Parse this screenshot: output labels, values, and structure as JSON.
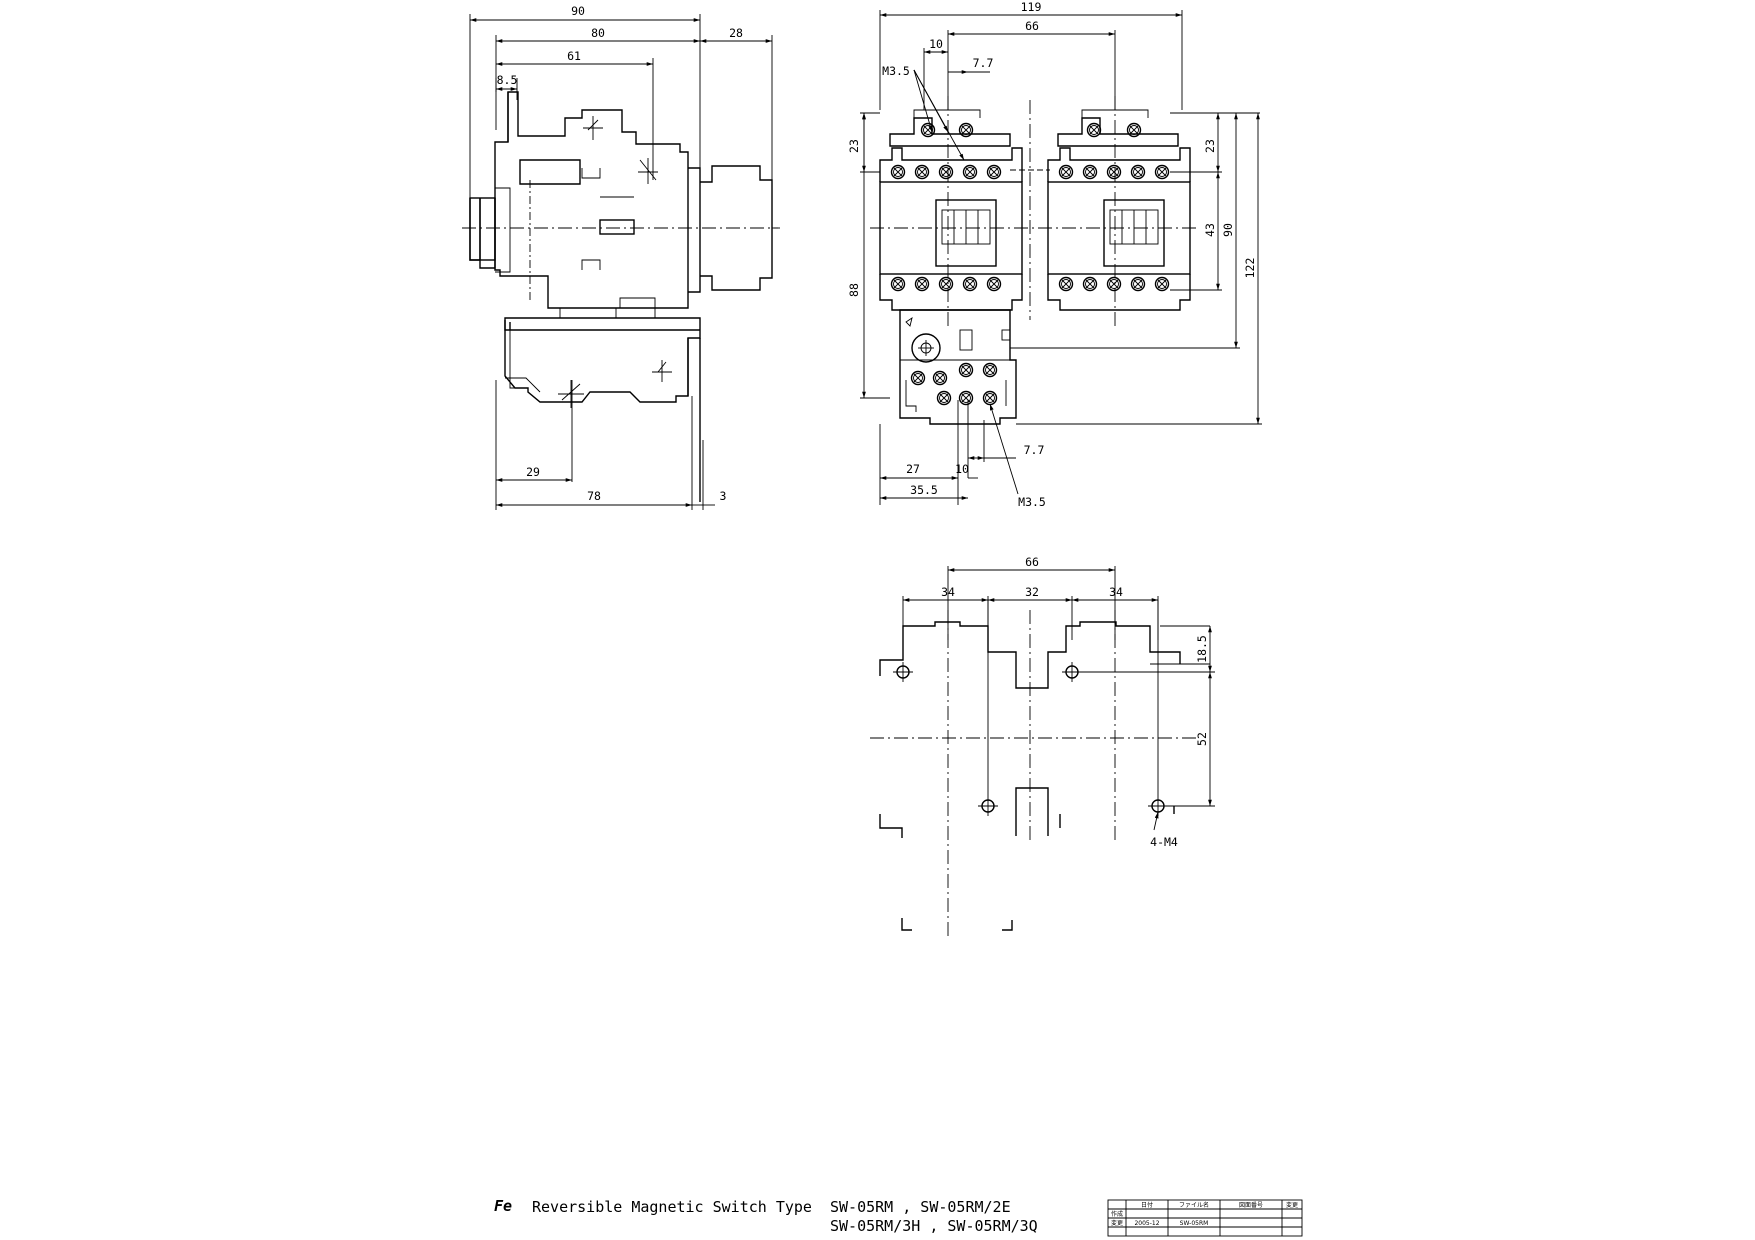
{
  "side_view": {
    "dims": {
      "d90": "90",
      "d80": "80",
      "d28": "28",
      "d61": "61",
      "d85": "8.5",
      "d29": "29",
      "d78": "78",
      "d3": "3"
    }
  },
  "front_view": {
    "dims": {
      "d119": "119",
      "d66": "66",
      "d10": "10",
      "d77": "7.7",
      "m35": "M3.5",
      "d23a": "23",
      "d23b": "23",
      "d43": "43",
      "d90": "90",
      "d122": "122",
      "d88": "88",
      "d27": "27",
      "d10b": "10",
      "d77b": "7.7",
      "d355": "35.5",
      "m35b": "M3.5"
    }
  },
  "mount_view": {
    "dims": {
      "d66": "66",
      "d34a": "34",
      "d32": "32",
      "d34b": "34",
      "d185": "18.5",
      "d52": "52",
      "holes": "4-M4"
    }
  },
  "title_block": {
    "logo": "Fe",
    "title": "Reversible Magnetic Switch Type",
    "models_line1": "SW-05RM , SW-05RM/2E",
    "models_line2": "SW-05RM/3H , SW-05RM/3Q",
    "table": {
      "headers": [
        "日付",
        "ファイル名",
        "図面番号",
        "変更"
      ],
      "row1_label": "作成",
      "row2_label": "変更",
      "date": "2005-12",
      "file": "SW-05RM"
    }
  }
}
